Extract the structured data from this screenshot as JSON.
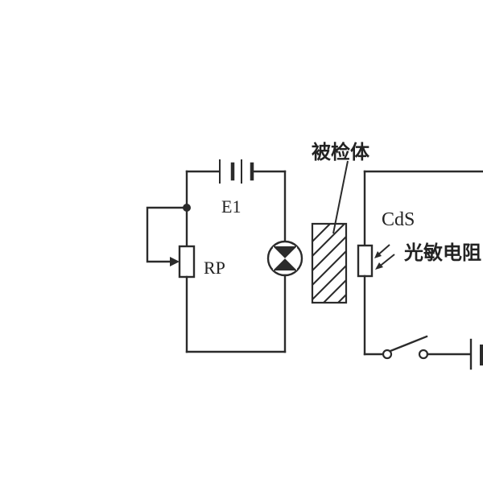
{
  "labels": {
    "battery_left": "E1",
    "potentiometer": "RP",
    "test_object": "被检体",
    "sensor_type": "CdS",
    "sensor_name": "光敏电阻"
  },
  "colors": {
    "ink": "#2b2b2b",
    "background": "#ffffff"
  }
}
